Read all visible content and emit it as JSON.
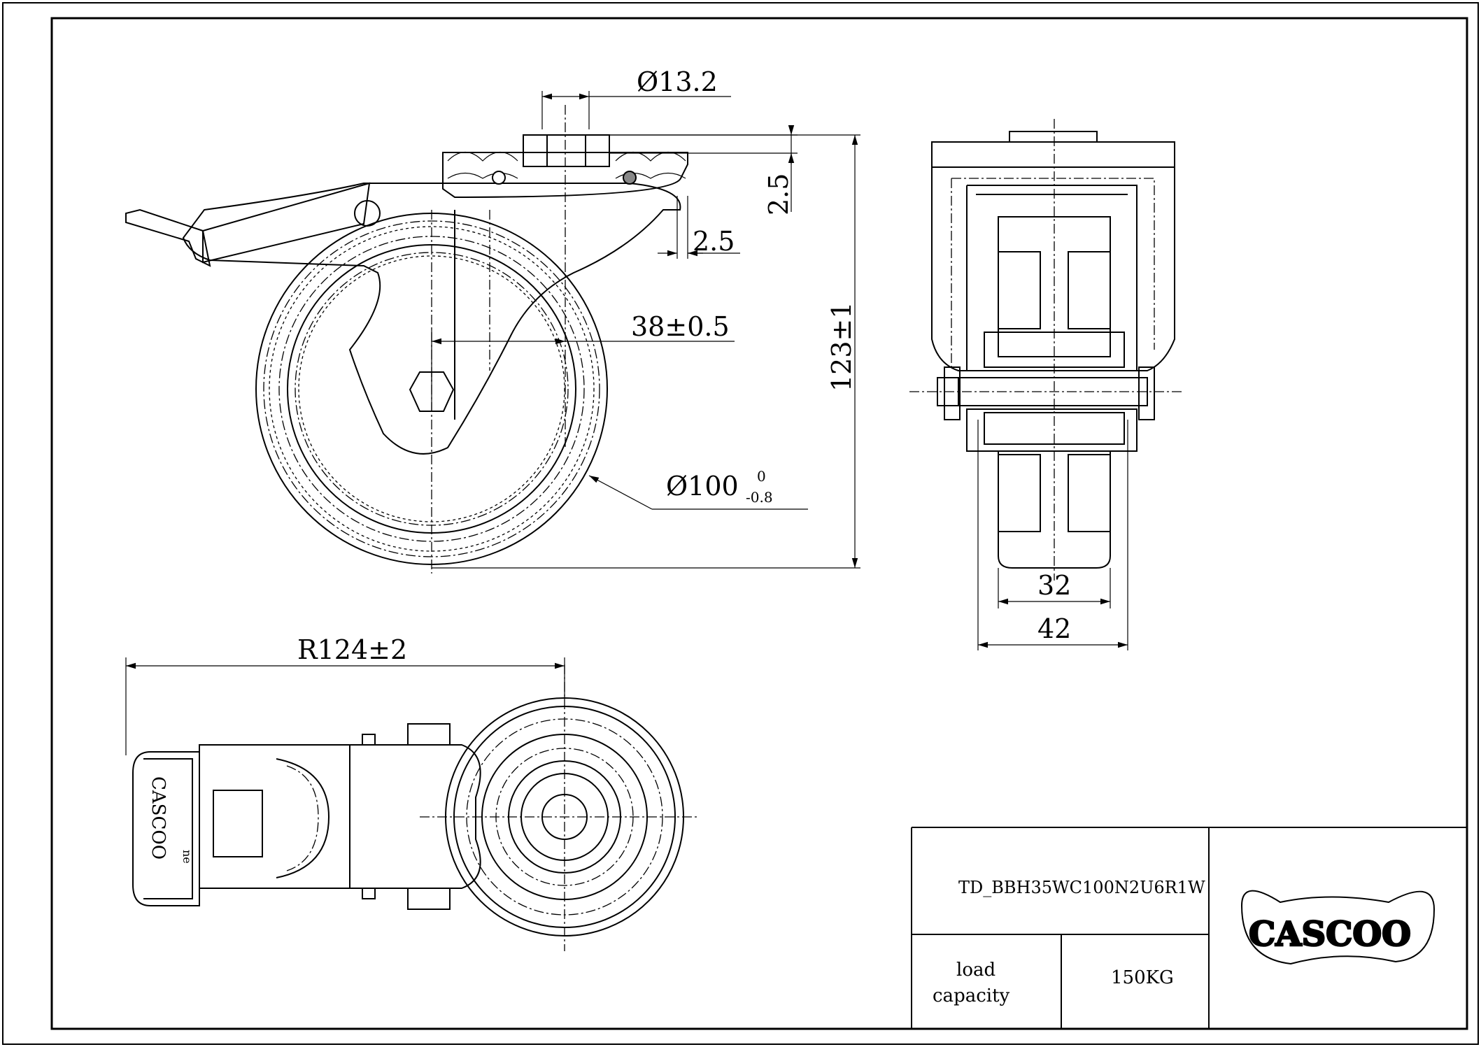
{
  "dimensions": {
    "bolt_hole": "Ø13.2",
    "plate_thickness_v": "2.5",
    "plate_offset_h": "2.5",
    "offset": "38±0.5",
    "total_height": "123±1",
    "wheel_diameter_main": "Ø100",
    "wheel_diameter_upper_tol": "0",
    "wheel_diameter_lower_tol": "-0.8",
    "swivel_radius": "R124±2",
    "tread_width": "32",
    "fork_width": "42"
  },
  "title_block": {
    "part_number": "TD_BBH35WC100N2U6R1W",
    "load_label": "load\ncapacity",
    "load_label_line1": "load",
    "load_label_line2": "capacity",
    "load_value": "150KG"
  },
  "logo": {
    "brand": "CASCOO",
    "brake_pedal_text": "CASCOO",
    "brake_pedal_subtext": "ne"
  }
}
